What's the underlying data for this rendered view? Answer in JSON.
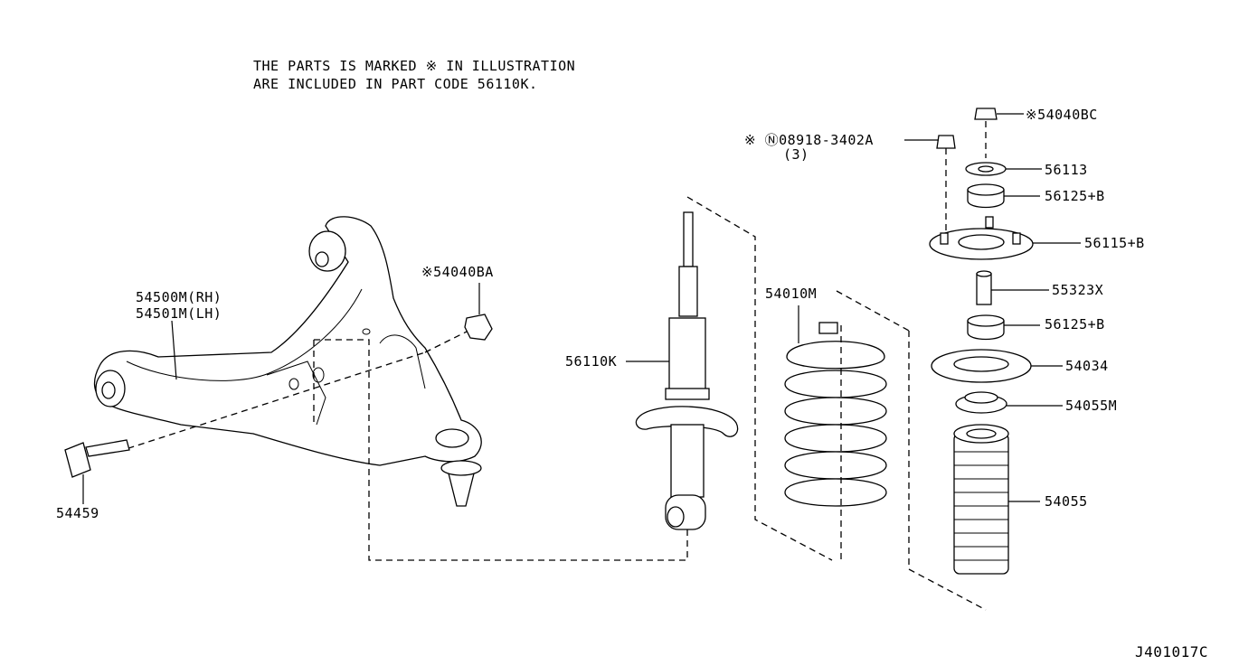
{
  "note": {
    "line1": "THE PARTS IS MARKED ※ IN ILLUSTRATION",
    "line2": "ARE INCLUDED IN PART CODE 56110K."
  },
  "labels": {
    "p54040bc": "※54040BC",
    "p08918": "※ Ⓝ08918-3402A",
    "p08918_qty": "(3)",
    "p56113": "56113",
    "p56125b_top": "56125+B",
    "p56115b": "56115+B",
    "p55323x": "55323X",
    "p56125b_bottom": "56125+B",
    "p54034": "54034",
    "p54055m": "54055M",
    "p54055": "54055",
    "p54010m": "54010M",
    "p56110k": "56110K",
    "p54040ba": "※54040BA",
    "p54500m": "54500M(RH)",
    "p54501m": "54501M(LH)",
    "p54459": "54459"
  },
  "diagram_code": "J401017C"
}
